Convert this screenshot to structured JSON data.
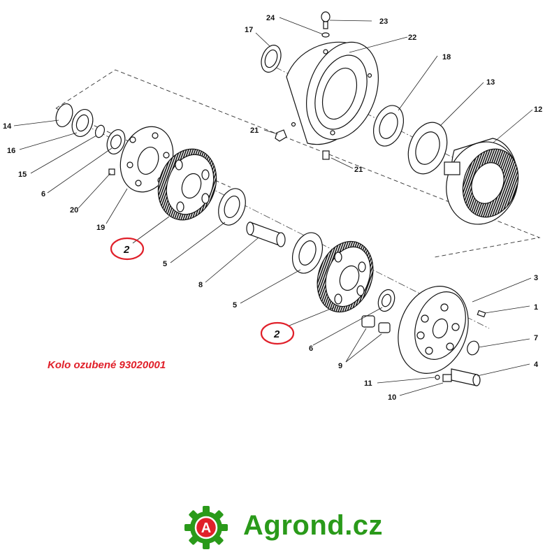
{
  "diagram": {
    "callouts": [
      {
        "id": "c1",
        "text": "1"
      },
      {
        "id": "c3",
        "text": "3"
      },
      {
        "id": "c4",
        "text": "4"
      },
      {
        "id": "c5a",
        "text": "5"
      },
      {
        "id": "c5b",
        "text": "5"
      },
      {
        "id": "c6a",
        "text": "6"
      },
      {
        "id": "c6b",
        "text": "6"
      },
      {
        "id": "c7",
        "text": "7"
      },
      {
        "id": "c8",
        "text": "8"
      },
      {
        "id": "c9",
        "text": "9"
      },
      {
        "id": "c10",
        "text": "10"
      },
      {
        "id": "c11",
        "text": "11"
      },
      {
        "id": "c12",
        "text": "12"
      },
      {
        "id": "c13",
        "text": "13"
      },
      {
        "id": "c14",
        "text": "14"
      },
      {
        "id": "c15",
        "text": "15"
      },
      {
        "id": "c16",
        "text": "16"
      },
      {
        "id": "c17",
        "text": "17"
      },
      {
        "id": "c18",
        "text": "18"
      },
      {
        "id": "c19",
        "text": "19"
      },
      {
        "id": "c20",
        "text": "20"
      },
      {
        "id": "c21a",
        "text": "21"
      },
      {
        "id": "c21b",
        "text": "21"
      },
      {
        "id": "c22",
        "text": "22"
      },
      {
        "id": "c23",
        "text": "23"
      },
      {
        "id": "c24",
        "text": "24"
      }
    ],
    "highlighted": [
      {
        "id": "h1",
        "text": "2"
      },
      {
        "id": "h2",
        "text": "2"
      }
    ],
    "caption": "Kolo ozubené 93020001"
  },
  "brand": {
    "name": "Agrond.cz",
    "logo_letter": "A"
  },
  "colors": {
    "highlight": "#e0202a",
    "brand": "#2a9a1a",
    "ink": "#111111"
  }
}
